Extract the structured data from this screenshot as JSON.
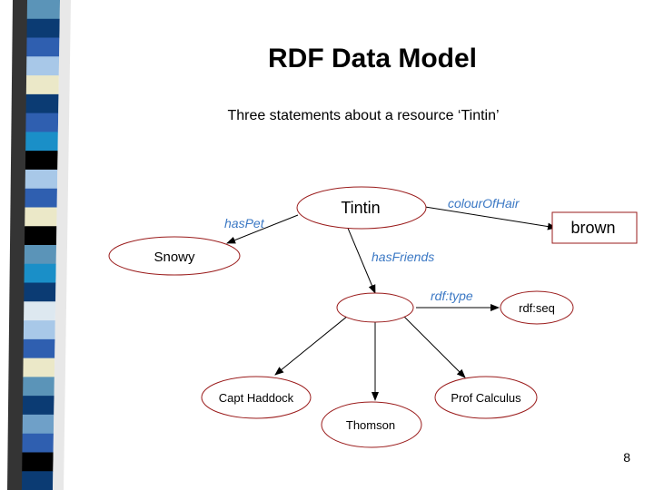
{
  "slide": {
    "title": "RDF Data Model",
    "subtitle": "Three statements about a resource ‘Tintin’",
    "page_number": "8"
  },
  "colors": {
    "node_stroke": "#9a1b1b",
    "edge_label": "#3b78c4",
    "stripe_palette": [
      "#5b94b8",
      "#0b3b73",
      "#2f5fb0",
      "#a8c8e8",
      "#ebe8c8",
      "#1a8fc8",
      "#000000",
      "#dde8f0",
      "#6fa0c8"
    ]
  },
  "diagram": {
    "nodes": [
      {
        "id": "tintin",
        "label": "Tintin",
        "shape": "ellipse"
      },
      {
        "id": "brown",
        "label": "brown",
        "shape": "rect"
      },
      {
        "id": "snowy",
        "label": "Snowy",
        "shape": "ellipse"
      },
      {
        "id": "blank",
        "label": "",
        "shape": "ellipse"
      },
      {
        "id": "rdfseq",
        "label": "rdf:seq",
        "shape": "ellipse"
      },
      {
        "id": "haddock",
        "label": "Capt Haddock",
        "shape": "ellipse"
      },
      {
        "id": "thomson",
        "label": "Thomson",
        "shape": "ellipse"
      },
      {
        "id": "calculus",
        "label": "Prof Calculus",
        "shape": "ellipse"
      }
    ],
    "edges": [
      {
        "from": "tintin",
        "to": "brown",
        "label": "colourOfHair"
      },
      {
        "from": "tintin",
        "to": "snowy",
        "label": "hasPet"
      },
      {
        "from": "tintin",
        "to": "blank",
        "label": "hasFriends"
      },
      {
        "from": "blank",
        "to": "rdfseq",
        "label": "rdf:type"
      },
      {
        "from": "blank",
        "to": "haddock",
        "label": ""
      },
      {
        "from": "blank",
        "to": "thomson",
        "label": ""
      },
      {
        "from": "blank",
        "to": "calculus",
        "label": ""
      }
    ]
  }
}
